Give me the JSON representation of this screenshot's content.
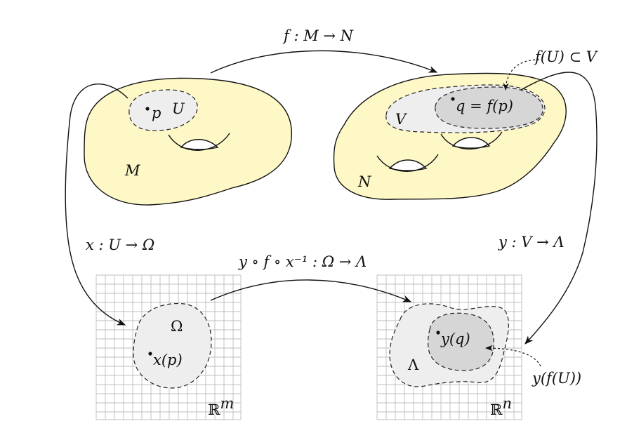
{
  "labels": {
    "map_f": "f : M → N",
    "image_in_v": "f(U) ⊂ V",
    "point_p": "p",
    "set_u": "U",
    "manifold_m": "M",
    "set_v": "V",
    "point_q": "q = f(p)",
    "manifold_n": "N",
    "chart_x": "x : U → Ω",
    "chart_y": "y : V → Λ",
    "composite": "y ∘ f ∘ x⁻¹ : Ω → Λ",
    "omega": "Ω",
    "x_p": "x(p)",
    "rm": "ℝ",
    "rm_sup": "m",
    "lambda": "Λ",
    "y_q": "y(q)",
    "y_f_u": "y(f(U))",
    "rn": "ℝ",
    "rn_sup": "n"
  },
  "colors": {
    "manifold_fill": "#fdf8c6",
    "region_light": "#eeeeee",
    "region_dark": "#d6d6d6",
    "grid": "#bdbdbd"
  }
}
